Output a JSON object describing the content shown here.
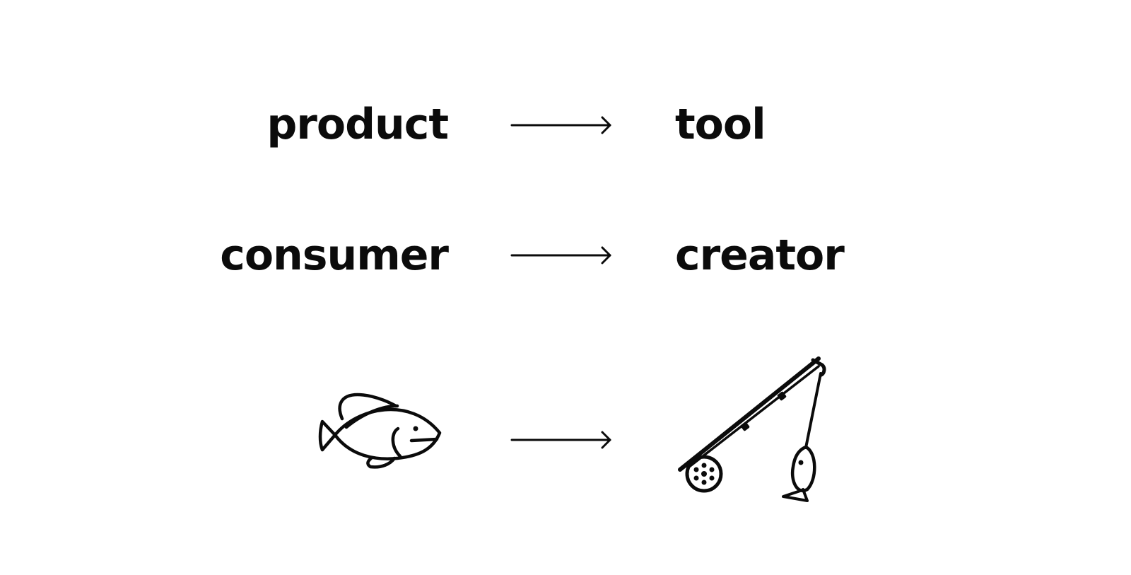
{
  "rows": [
    {
      "from": "product",
      "to": "tool"
    },
    {
      "from": "consumer",
      "to": "creator"
    }
  ],
  "icons": {
    "from": "fish-icon",
    "to": "fishing-rod-icon"
  },
  "colors": {
    "ink": "#0b0b0b",
    "background": "#ffffff"
  }
}
